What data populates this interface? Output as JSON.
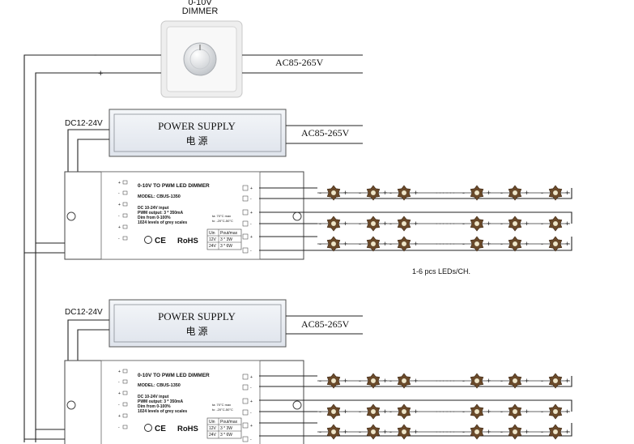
{
  "dimmer": {
    "title_line1": "0-10V",
    "title_line2": "DIMMER"
  },
  "wires": {
    "neg_sign": "-",
    "pos_sign": "+"
  },
  "ac_label": "AC85-265V",
  "dc_label": "DC12-24V",
  "power_supply": {
    "title": "POWER SUPPLY",
    "subtitle": "电 源"
  },
  "controller": {
    "title": "0-10V TO PWM LED DIMMER",
    "model": "MODEL: CBUS-1350",
    "specs": [
      "DC 10-24V input",
      "PWM output: 3 * 350mA",
      "Dim from 0-100%",
      "1024 levels of grey scales"
    ],
    "temps": [
      "ta: 70°C max",
      "tc: -20°C-50°C"
    ],
    "cert_ce": "CE",
    "cert_rohs": "RoHS",
    "table_headers": [
      "Uin",
      "Pout/max"
    ],
    "table_rows": [
      [
        "12V",
        "3 * 3W"
      ],
      [
        "24V",
        "3 * 6W"
      ]
    ],
    "left_pins": [
      "+",
      "-",
      "+",
      "-",
      "+",
      "-"
    ],
    "right_pins": [
      "+",
      "-",
      "+",
      "-",
      "+",
      "-"
    ]
  },
  "led_strip": {
    "plus": "+",
    "minus": "-",
    "dots": "· · · · · ·"
  },
  "leds_note": "1-6 pcs LEDs/CH.",
  "colors": {
    "box_fill": "#e9edf3",
    "led_star": "#6b4a2a",
    "led_core": "#f0e6c8",
    "dash_green": "#5aa55a",
    "dash_blue": "#5a7ad0",
    "dash_red": "#c05050"
  }
}
